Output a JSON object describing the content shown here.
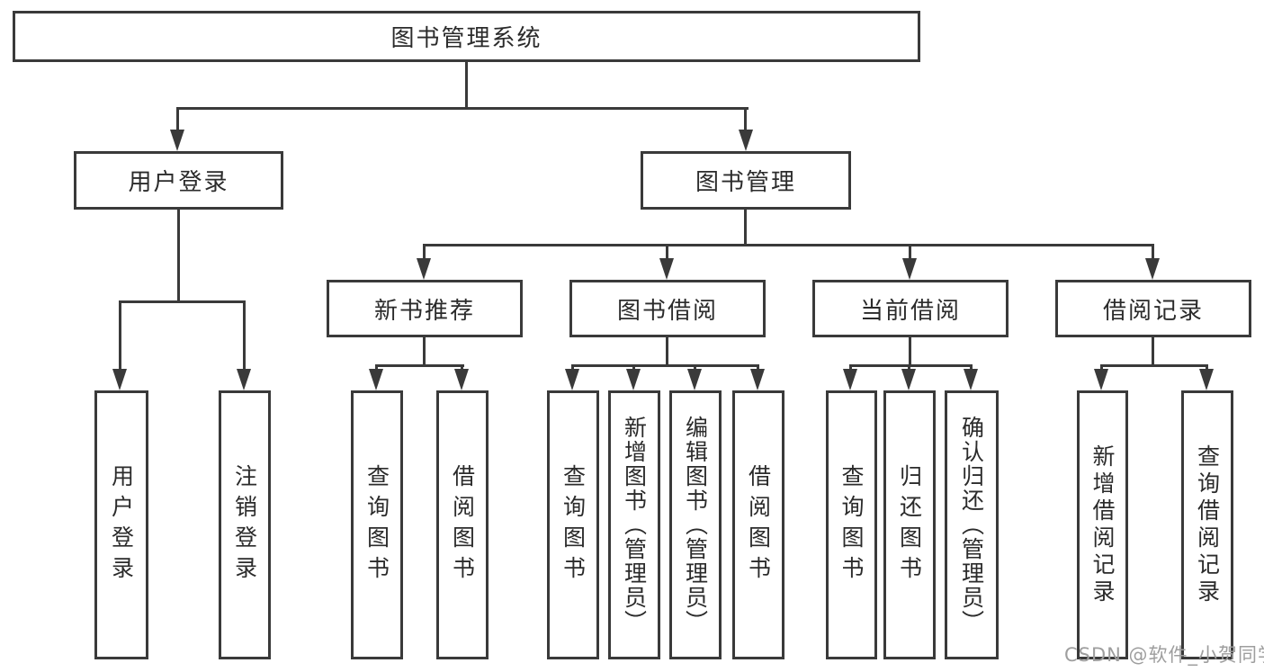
{
  "diagram": {
    "title_node": {
      "label": "图书管理系统"
    },
    "level2": [
      {
        "label": "用户登录"
      },
      {
        "label": "图书管理"
      }
    ],
    "level3": [
      {
        "label": "新书推荐"
      },
      {
        "label": "图书借阅"
      },
      {
        "label": "当前借阅"
      },
      {
        "label": "借阅记录"
      }
    ],
    "leaves": {
      "user_login": [
        {
          "label": "用户登录"
        },
        {
          "label": "注销登录"
        }
      ],
      "new_book_recommend": [
        {
          "label": "查询图书"
        },
        {
          "label": "借阅图书"
        }
      ],
      "book_borrow": [
        {
          "label": "查询图书"
        },
        {
          "label": "新增图书（管理员）"
        },
        {
          "label": "编辑图书（管理员）"
        },
        {
          "label": "借阅图书"
        }
      ],
      "current_borrow": [
        {
          "label": "查询图书"
        },
        {
          "label": "归还图书"
        },
        {
          "label": "确认归还（管理员）"
        }
      ],
      "borrow_record": [
        {
          "label": "新增借阅记录"
        },
        {
          "label": "查询借阅记录"
        }
      ]
    },
    "watermark": "CSDN @软件_小贺同学",
    "colors": {
      "line": "#3a3a3a",
      "text": "#2b2b2b",
      "box_background": "#ffffff",
      "page_background": "#ffffff",
      "watermark": "#9e9e9e"
    }
  }
}
